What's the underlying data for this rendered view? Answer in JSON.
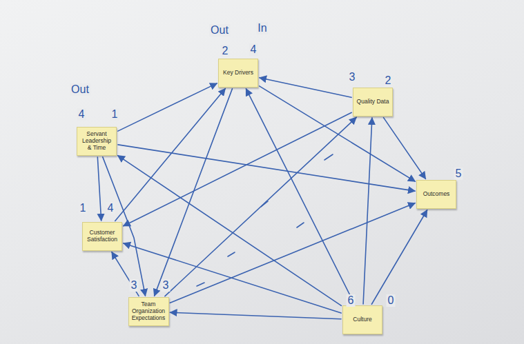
{
  "diagram": {
    "nodes": [
      {
        "text": [
          "Key Drivers"
        ]
      },
      {
        "text": [
          "Quality Data"
        ]
      },
      {
        "text": [
          "Servant Leadership & Time"
        ]
      },
      {
        "text": [
          "Outcomes"
        ]
      },
      {
        "text": [
          "Customer Satisfaction"
        ]
      },
      {
        "text": [
          "Team Organization Expectations"
        ]
      },
      {
        "text": [
          "Culture"
        ]
      }
    ],
    "edges": [
      {
        "from": 6,
        "to": 0,
        "arrow": "to"
      },
      {
        "from": 6,
        "to": 1,
        "arrow": "to"
      },
      {
        "from": 6,
        "to": 3,
        "arrow": "to"
      },
      {
        "from": 6,
        "to": 5,
        "arrow": "to"
      },
      {
        "from": 6,
        "to": 2,
        "arrow": "to"
      },
      {
        "from": 6,
        "to": 4,
        "arrow": "to"
      },
      {
        "from": 0,
        "to": 3,
        "arrow": "to"
      },
      {
        "from": 0,
        "to": 5,
        "arrow": "to"
      },
      {
        "from": 1,
        "to": 0,
        "arrow": "to"
      },
      {
        "from": 1,
        "to": 3,
        "arrow": "to"
      },
      {
        "from": 1,
        "to": 4,
        "arrow": "to"
      },
      {
        "from": 2,
        "to": 0,
        "arrow": "to"
      },
      {
        "from": 2,
        "to": 3,
        "arrow": "to"
      },
      {
        "from": 2,
        "to": 4,
        "arrow": "to"
      },
      {
        "from": 2,
        "to": 5,
        "arrow": "to"
      },
      {
        "from": 4,
        "to": 0,
        "arrow": "to"
      },
      {
        "from": 5,
        "to": 4,
        "arrow": "to"
      },
      {
        "from": 5,
        "to": 3,
        "arrow": "to"
      },
      {
        "from": 5,
        "to": 1,
        "arrow": "to"
      }
    ],
    "labels": [
      "Out",
      "In",
      "2",
      "4",
      "3",
      "2",
      "5",
      "Out",
      "4",
      "1",
      "1",
      "4",
      "3",
      "3",
      "6",
      "0"
    ]
  }
}
